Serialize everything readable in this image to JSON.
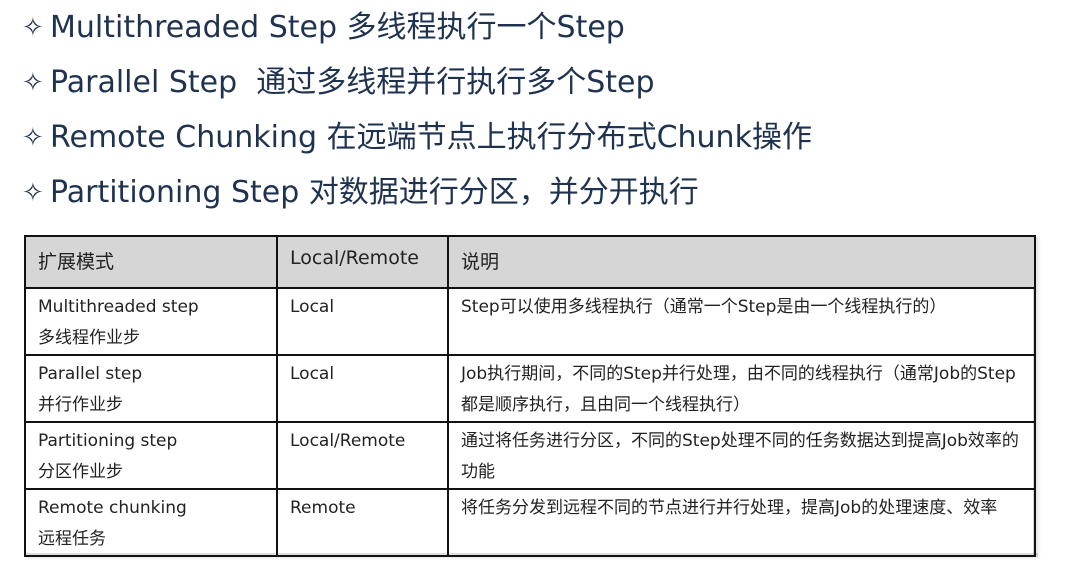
{
  "bullets": [
    {
      "icon": "four-point-star-icon",
      "text": "Multithreaded Step 多线程执行一个Step"
    },
    {
      "icon": "four-point-star-icon",
      "text": "Parallel Step  通过多线程并行执行多个Step"
    },
    {
      "icon": "four-point-star-icon",
      "text": "Remote Chunking 在远端节点上执行分布式Chunk操作"
    },
    {
      "icon": "four-point-star-icon",
      "text": "Partitioning Step 对数据进行分区，并分开执行"
    }
  ],
  "table": {
    "headers": [
      "扩展模式",
      "Local/Remote",
      "说明"
    ],
    "rows": [
      {
        "mode": "Multithreaded step",
        "mode_cn": "多线程作业步",
        "scope": "Local",
        "desc": "Step可以使用多线程执行（通常一个Step是由一个线程执行的）"
      },
      {
        "mode": "Parallel step",
        "mode_cn": "并行作业步",
        "scope": "Local",
        "desc": "Job执行期间，不同的Step并行处理，由不同的线程执行（通常Job的Step都是顺序执行，且由同一个线程执行）"
      },
      {
        "mode": "Partitioning step",
        "mode_cn": "分区作业步",
        "scope": "Local/Remote",
        "desc": "通过将任务进行分区，不同的Step处理不同的任务数据达到提高Job效率的功能"
      },
      {
        "mode": "Remote chunking",
        "mode_cn": "远程任务",
        "scope": "Remote",
        "desc": "将任务分发到远程不同的节点进行并行处理，提高Job的处理速度、效率"
      }
    ]
  },
  "colors": {
    "bullet_text": "#1f3350",
    "header_bg": "#d6d6d6",
    "border": "#111111"
  }
}
